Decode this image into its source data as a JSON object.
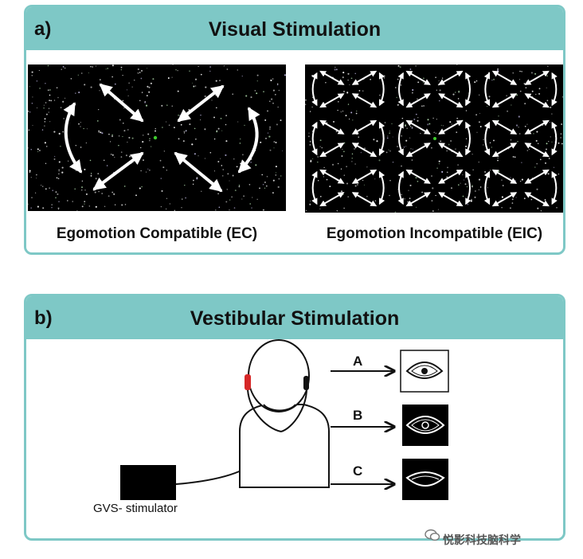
{
  "panel_a": {
    "letter": "a)",
    "title": "Visual Stimulation",
    "left_caption": "Egomotion Compatible (EC)",
    "right_caption": "Egomotion Incompatible (EIC)"
  },
  "panel_b": {
    "letter": "b)",
    "title": "Vestibular Stimulation",
    "stimulator_label": "GVS- stimulator",
    "routes": [
      "A",
      "B",
      "C"
    ]
  },
  "watermark": "悦影科技脑科学",
  "colors": {
    "frame_teal": "#7ec8c6",
    "electrode_red": "#d62828",
    "fixation_green": "#3ecb2e",
    "stimulus_bg": "#000000"
  }
}
